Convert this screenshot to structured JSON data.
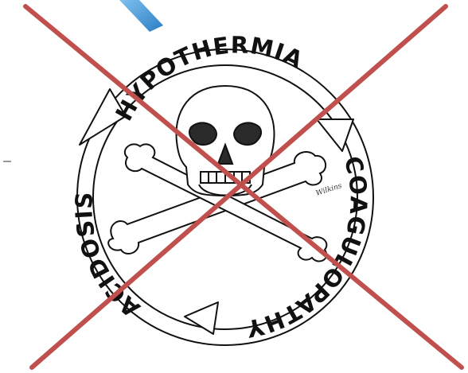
{
  "diagram": {
    "labels": {
      "top": "HYPOTHERMIA",
      "right": "COAGULOPATHY",
      "left": "ACIDOSIS"
    },
    "signature": "Wilkins",
    "colors": {
      "ink": "#111111",
      "cross": "#c0504d",
      "accent": "#3a8fd0",
      "bone_fill": "#ffffff"
    },
    "icons": [
      "skull-icon",
      "crossbones-icon",
      "cycle-arrow-icon",
      "cross-out-icon"
    ]
  }
}
